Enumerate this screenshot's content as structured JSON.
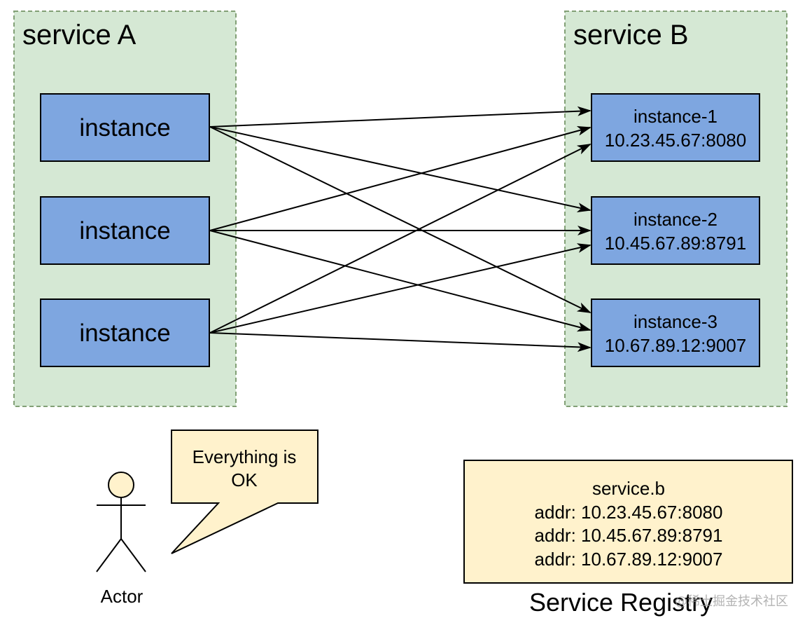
{
  "colors": {
    "group_fill": "#d5e8d4",
    "group_stroke": "#82a076",
    "instance_fill": "#7ea6e0",
    "instance_stroke": "#000000",
    "note_fill": "#fff2cc",
    "actor_head_fill": "#fff2cc",
    "arrow": "#000000"
  },
  "service_a": {
    "title": "service A",
    "instances": [
      {
        "label": "instance"
      },
      {
        "label": "instance"
      },
      {
        "label": "instance"
      }
    ]
  },
  "service_b": {
    "title": "service B",
    "instances": [
      {
        "name": "instance-1",
        "addr": "10.23.45.67:8080"
      },
      {
        "name": "instance-2",
        "addr": "10.45.67.89:8791"
      },
      {
        "name": "instance-3",
        "addr": "10.67.89.12:9007"
      }
    ]
  },
  "connections": [
    {
      "from": 0,
      "to": 0
    },
    {
      "from": 0,
      "to": 1
    },
    {
      "from": 0,
      "to": 2
    },
    {
      "from": 1,
      "to": 0
    },
    {
      "from": 1,
      "to": 1
    },
    {
      "from": 1,
      "to": 2
    },
    {
      "from": 2,
      "to": 0
    },
    {
      "from": 2,
      "to": 1
    },
    {
      "from": 2,
      "to": 2
    }
  ],
  "actor": {
    "label": "Actor",
    "speech_lines": [
      "Everything is",
      "OK"
    ]
  },
  "registry": {
    "caption": "Service Registry",
    "lines": [
      "service.b",
      "addr: 10.23.45.67:8080",
      "addr: 10.45.67.89:8791",
      "addr: 10.67.89.12:9007"
    ]
  },
  "watermark": "@稀土掘金技术社区"
}
